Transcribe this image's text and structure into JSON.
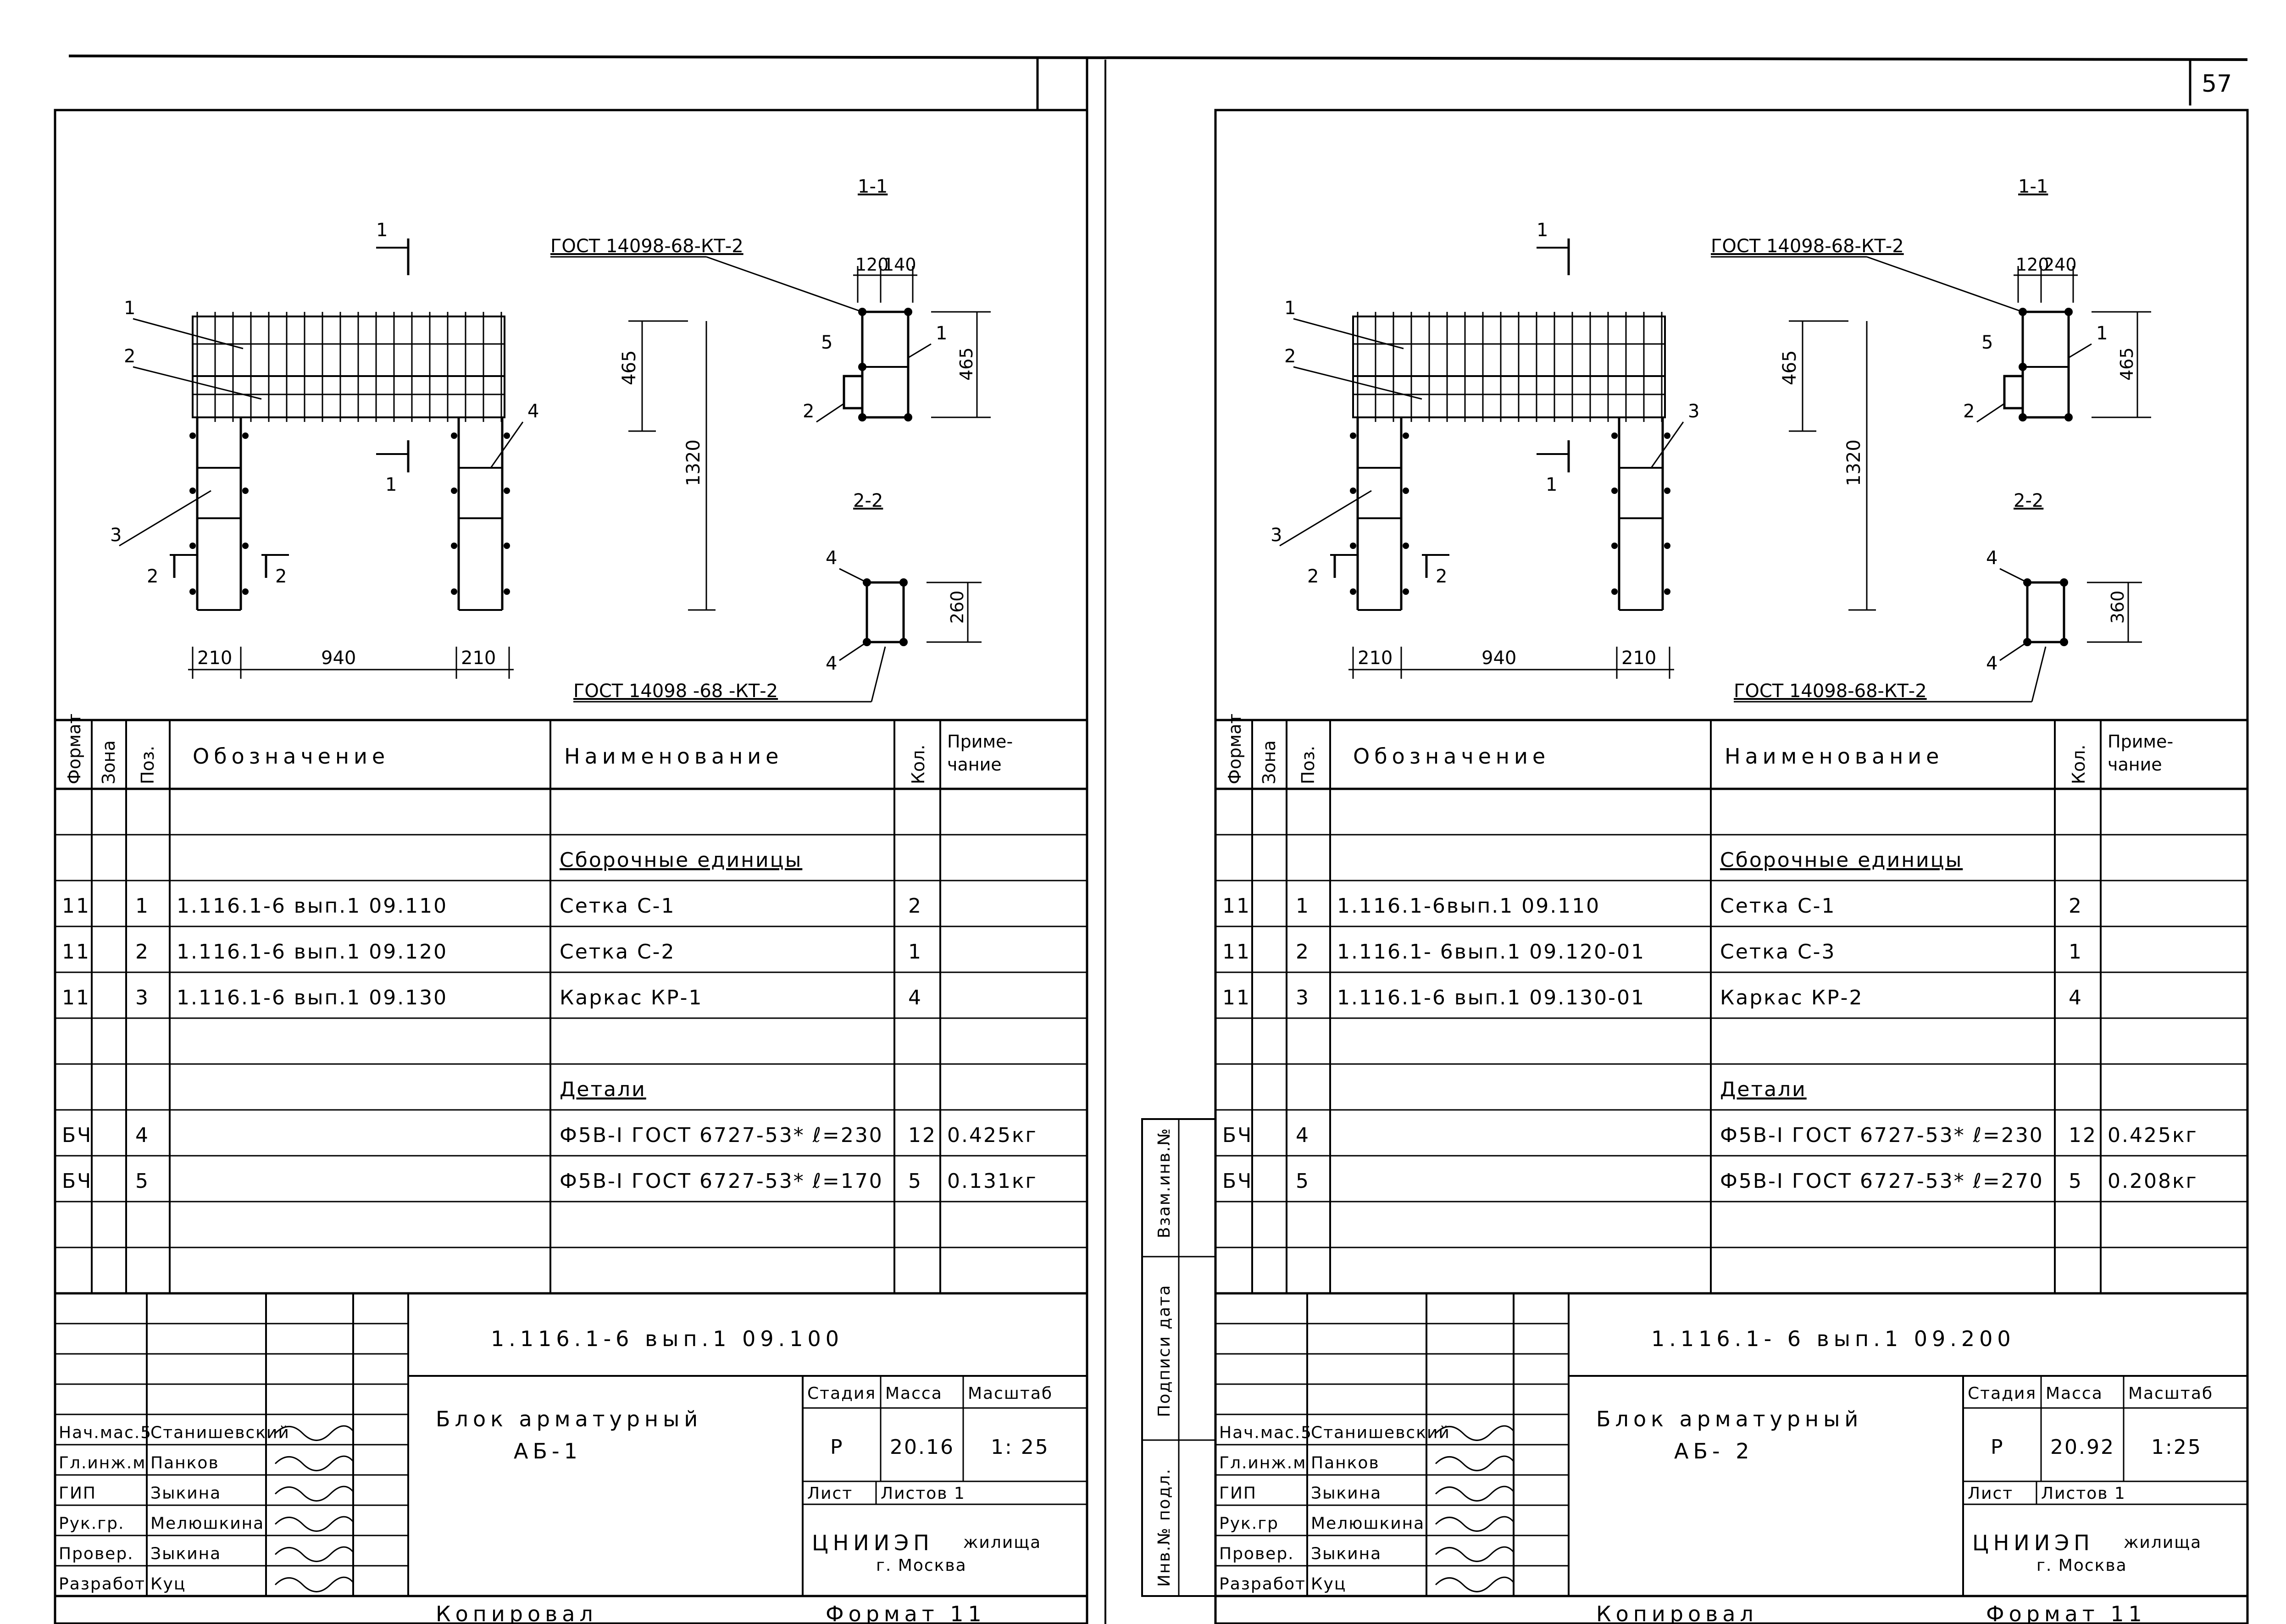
{
  "page_number": "57",
  "sheets": [
    {
      "id": "left",
      "drawing": {
        "pos_labels": [
          "1",
          "2",
          "3",
          "4"
        ],
        "cut_marks": [
          "1",
          "1",
          "2",
          "2"
        ],
        "section_1": {
          "title": "1-1",
          "gost": "ГОСТ 14098-68-КТ-2",
          "dim_top_a": "120",
          "dim_top_b": "140",
          "dim_side": "465",
          "labels": [
            "5",
            "1",
            "2"
          ]
        },
        "section_2": {
          "title": "2-2",
          "gost": "ГОСТ 14098 -68 -КТ-2",
          "dim_side": "260",
          "labels": [
            "4",
            "4"
          ]
        },
        "dim_465": "465",
        "dim_1320": "1320",
        "dim_210_left": "210",
        "dim_940": "940",
        "dim_210_right": "210"
      },
      "spec": {
        "headers": {
          "format": "Формат",
          "zone": "Зона",
          "pos": "Поз.",
          "designation": "Обозначение",
          "name": "Наименование",
          "qty": "Кол.",
          "note": "Приме-\nчание"
        },
        "rows": [
          {
            "format": "",
            "pos": "",
            "designation": "",
            "name": "",
            "qty": "",
            "note": ""
          },
          {
            "format": "",
            "pos": "",
            "designation": "",
            "name": "Сборочные единицы",
            "qty": "",
            "note": "",
            "section": true
          },
          {
            "format": "11",
            "pos": "1",
            "designation": "1.116.1-6 вып.1 09.110",
            "name": "Сетка С-1",
            "qty": "2",
            "note": ""
          },
          {
            "format": "11",
            "pos": "2",
            "designation": "1.116.1-6 вып.1 09.120",
            "name": "Сетка С-2",
            "qty": "1",
            "note": ""
          },
          {
            "format": "11",
            "pos": "3",
            "designation": "1.116.1-6 вып.1 09.130",
            "name": "Каркас КР-1",
            "qty": "4",
            "note": ""
          },
          {
            "format": "",
            "pos": "",
            "designation": "",
            "name": "",
            "qty": "",
            "note": ""
          },
          {
            "format": "",
            "pos": "",
            "designation": "",
            "name": "Детали",
            "qty": "",
            "note": "",
            "section": true
          },
          {
            "format": "БЧ",
            "pos": "4",
            "designation": "",
            "name": "Ф5В-I ГОСТ 6727-53* ℓ=230",
            "qty": "12",
            "note": "0.425кг"
          },
          {
            "format": "БЧ",
            "pos": "5",
            "designation": "",
            "name": "Ф5В-I ГОСТ 6727-53* ℓ=170",
            "qty": "5",
            "note": "0.131кг"
          },
          {
            "format": "",
            "pos": "",
            "designation": "",
            "name": "",
            "qty": "",
            "note": ""
          },
          {
            "format": "",
            "pos": "",
            "designation": "",
            "name": "",
            "qty": "",
            "note": ""
          }
        ]
      },
      "title_block": {
        "code": "1.116.1-6 вып.1 09.100",
        "title_line1": "Блок арматурный",
        "title_line2": "АБ-1",
        "stage_label": "Стадия",
        "mass_label": "Масса",
        "scale_label": "Масштаб",
        "stage": "Р",
        "mass": "20.16",
        "scale": "1: 25",
        "sheet_label": "Лист",
        "sheets_label": "Листов 1",
        "org_main": "ЦНИИЭП",
        "org_sub": "жилища",
        "city": "г. Москва",
        "signers": [
          {
            "role": "Нач.мас.5",
            "name": "Станишевский"
          },
          {
            "role": "Гл.инж.м",
            "name": "Панков"
          },
          {
            "role": "ГИП",
            "name": "Зыкина"
          },
          {
            "role": "Рук.гр.",
            "name": "Мелюшкина"
          },
          {
            "role": "Провер.",
            "name": "Зыкина"
          },
          {
            "role": "Разработ",
            "name": "Куц"
          }
        ]
      },
      "footer_left": "Копировал",
      "footer_right": "Формат 11"
    },
    {
      "id": "right",
      "drawing": {
        "pos_labels": [
          "1",
          "2",
          "3",
          "3"
        ],
        "cut_marks": [
          "1",
          "1",
          "2",
          "2"
        ],
        "section_1": {
          "title": "1-1",
          "gost": "ГОСТ 14098-68-КТ-2",
          "dim_top_a": "120",
          "dim_top_b": "240",
          "dim_side": "465",
          "labels": [
            "5",
            "1",
            "2"
          ]
        },
        "section_2": {
          "title": "2-2",
          "gost": "ГОСТ 14098-68-КТ-2",
          "dim_side": "360",
          "labels": [
            "4",
            "4"
          ]
        },
        "dim_465": "465",
        "dim_1320": "1320",
        "dim_210_left": "210",
        "dim_940": "940",
        "dim_210_right": "210"
      },
      "spec": {
        "headers": {
          "format": "Формат",
          "zone": "Зона",
          "pos": "Поз.",
          "designation": "Обозначение",
          "name": "Наименование",
          "qty": "Кол.",
          "note": "Приме-\nчание"
        },
        "rows": [
          {
            "format": "",
            "pos": "",
            "designation": "",
            "name": "",
            "qty": "",
            "note": ""
          },
          {
            "format": "",
            "pos": "",
            "designation": "",
            "name": "Сборочные единицы",
            "qty": "",
            "note": "",
            "section": true
          },
          {
            "format": "11",
            "pos": "1",
            "designation": "1.116.1-6вып.1 09.110",
            "name": "Сетка С-1",
            "qty": "2",
            "note": ""
          },
          {
            "format": "11",
            "pos": "2",
            "designation": "1.116.1- 6вып.1 09.120-01",
            "name": "Сетка С-3",
            "qty": "1",
            "note": ""
          },
          {
            "format": "11",
            "pos": "3",
            "designation": "1.116.1-6 вып.1 09.130-01",
            "name": "Каркас КР-2",
            "qty": "4",
            "note": ""
          },
          {
            "format": "",
            "pos": "",
            "designation": "",
            "name": "",
            "qty": "",
            "note": ""
          },
          {
            "format": "",
            "pos": "",
            "designation": "",
            "name": "Детали",
            "qty": "",
            "note": "",
            "section": true
          },
          {
            "format": "БЧ",
            "pos": "4",
            "designation": "",
            "name": "Ф5В-I ГОСТ 6727-53* ℓ=230",
            "qty": "12",
            "note": "0.425кг"
          },
          {
            "format": "БЧ",
            "pos": "5",
            "designation": "",
            "name": "Ф5В-I ГОСТ 6727-53* ℓ=270",
            "qty": "5",
            "note": "0.208кг"
          },
          {
            "format": "",
            "pos": "",
            "designation": "",
            "name": "",
            "qty": "",
            "note": ""
          },
          {
            "format": "",
            "pos": "",
            "designation": "",
            "name": "",
            "qty": "",
            "note": ""
          }
        ]
      },
      "title_block": {
        "code": "1.116.1- 6 вып.1 09.200",
        "title_line1": "Блок арматурный",
        "title_line2": "АБ- 2",
        "stage_label": "Стадия",
        "mass_label": "Масса",
        "scale_label": "Масштаб",
        "stage": "Р",
        "mass": "20.92",
        "scale": "1:25",
        "sheet_label": "Лист",
        "sheets_label": "Листов 1",
        "org_main": "ЦНИИЭП",
        "org_sub": "жилища",
        "city": "г. Москва",
        "signers": [
          {
            "role": "Нач.мас.5",
            "name": "Станишевский"
          },
          {
            "role": "Гл.инж.м",
            "name": "Панков"
          },
          {
            "role": "ГИП",
            "name": "Зыкина"
          },
          {
            "role": "Рук.гр",
            "name": "Мелюшкина"
          },
          {
            "role": "Провер.",
            "name": "Зыкина"
          },
          {
            "role": "Разработ",
            "name": "Куц"
          }
        ]
      },
      "side_stamp": [
        "Взам.инв.№",
        "Подписи дата",
        "Инв.№ подл."
      ],
      "footer_left": "Копировал",
      "footer_right": "Формат 11"
    }
  ]
}
